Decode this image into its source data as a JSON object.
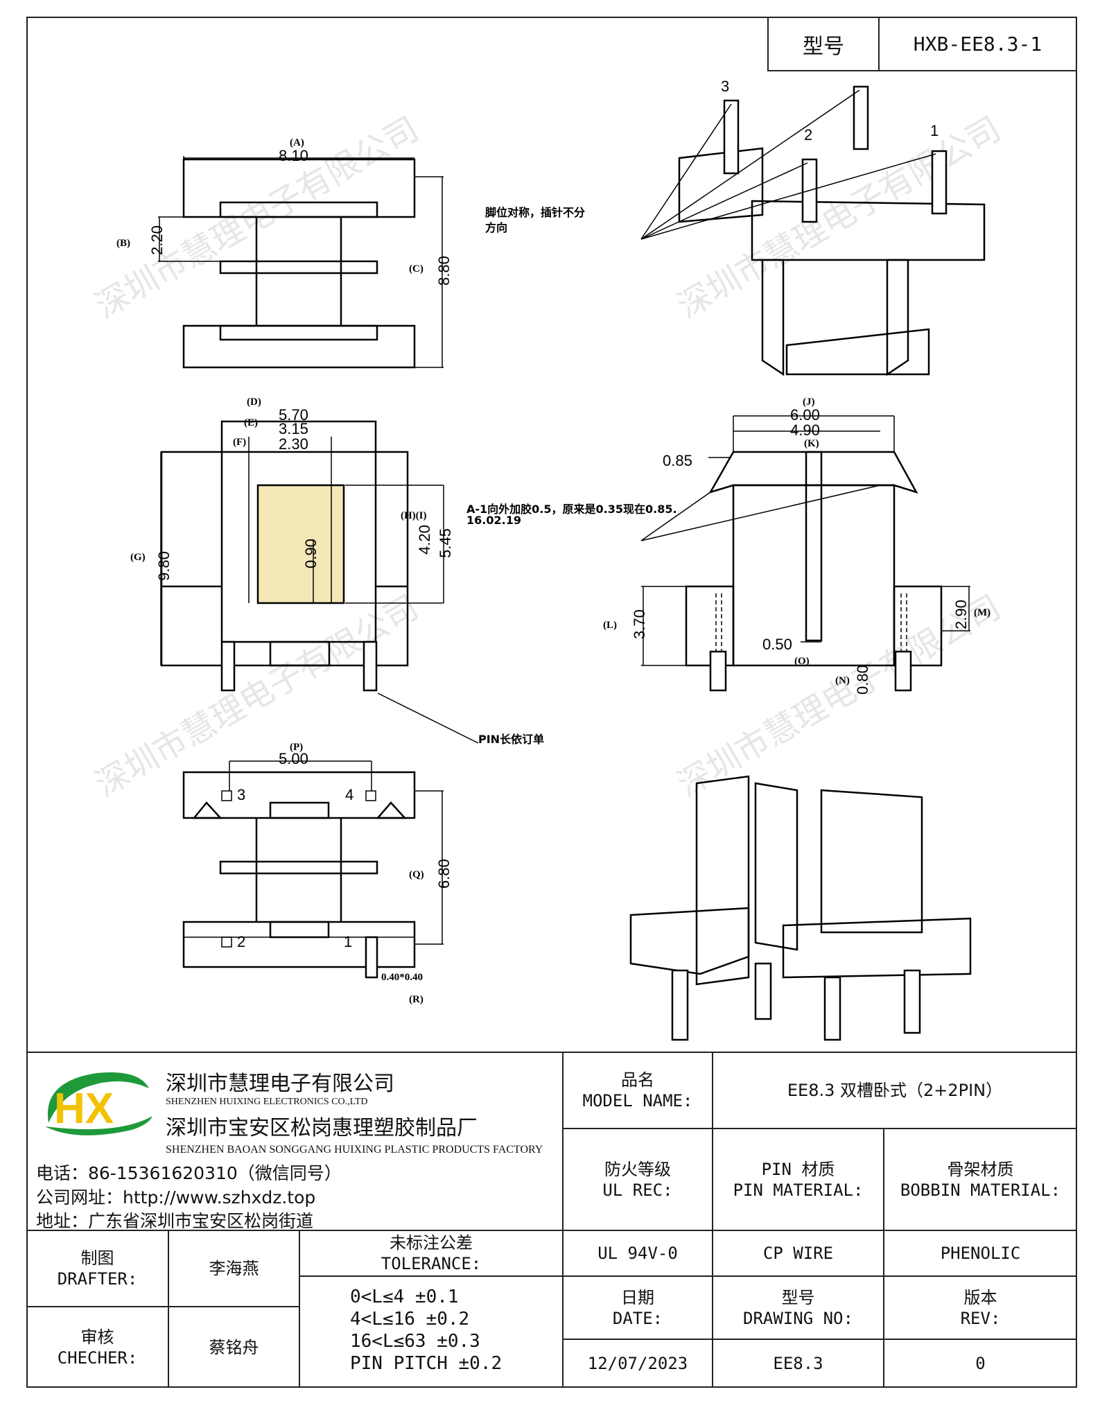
{
  "header": {
    "model_label": "型号",
    "model_value": "HXB-EE8.3-1"
  },
  "drawing": {
    "pin_labels": [
      "1",
      "2",
      "3",
      "4"
    ],
    "top_view": {
      "A_label": "(A)",
      "A_val": "8.10",
      "B_label": "(B)",
      "B_val": "2.20",
      "C_label": "(C)",
      "C_val": "8.80"
    },
    "iso_note_line1": "脚位对称，插针不分",
    "iso_note_line2": "方向",
    "front_view": {
      "D_label": "(D)",
      "D_val": "5.70",
      "E_label": "(E)",
      "E_val": "3.15",
      "F_label": "(F)",
      "F_val": "2.30",
      "G_label": "(G)",
      "G_val": "9.80",
      "HI_label": "(H)(I)",
      "H_val": "4.20",
      "I_val": "5.45",
      "center_val": "0.90"
    },
    "side_view": {
      "J_label": "(J)",
      "J_val": "6.00",
      "K_label": "(K)",
      "K_val": "4.90",
      "side_val": "0.85",
      "L_label": "(L)",
      "L_val": "3.70",
      "M_label": "(M)",
      "M_val": "2.90",
      "N_label": "(N)",
      "N_val": "0.80",
      "O_label": "(O)",
      "O_val": "0.50"
    },
    "side_note_line1": "A-1向外加胶0.5，原来是0.35现在0.85.",
    "side_note_line2": "16.02.19",
    "pin_note": "PIN长依订单",
    "bottom_view": {
      "P_label": "(P)",
      "P_val": "5.00",
      "Q_label": "(Q)",
      "Q_val": "6.80",
      "R_label": "(R)",
      "R_val": "0.40*0.40"
    },
    "watermark": "深圳市慧理电子有限公司"
  },
  "title_block": {
    "company_cn": "深圳市慧理电子有限公司",
    "company_en": "SHENZHEN HUIXING ELECTRONICS CO.,LTD",
    "factory_cn": "深圳市宝安区松岗惠理塑胶制品厂",
    "factory_en": "SHENZHEN BAOAN SONGGANG HUIXING PLASTIC PRODUCTS FACTORY",
    "phone": "电话：86-15361620310（微信同号）",
    "website": "公司网址：http://www.szhxdz.top",
    "address": "地址：广东省深圳市宝安区松岗街道",
    "logo_text": "HX",
    "product_name_cn": "品名",
    "product_name_en": "MODEL NAME:",
    "product_name_val": "EE8.3 双槽卧式（2+2PIN）",
    "fire_cn": "防火等级",
    "fire_en": "UL REC:",
    "pin_mat_cn": "PIN 材质",
    "pin_mat_en": "PIN MATERIAL:",
    "bobbin_mat_cn": "骨架材质",
    "bobbin_mat_en": "BOBBIN MATERIAL:",
    "fire_val": "UL 94V-0",
    "pin_mat_val": "CP WIRE",
    "bobbin_mat_val": "PHENOLIC",
    "drafter_cn": "制图",
    "drafter_en": "DRAFTER:",
    "drafter_val": "李海燕",
    "checker_cn": "审核",
    "checker_en": "CHECHER:",
    "checker_val": "蔡铭舟",
    "tol_cn": "未标注公差",
    "tol_en": "TOLERANCE:",
    "tol_lines": [
      "0<L≤4  ±0.1",
      "4<L≤16 ±0.2",
      "16<L≤63 ±0.3",
      "PIN PITCH ±0.2"
    ],
    "date_cn": "日期",
    "date_en": "DATE:",
    "date_val": "12/07/2023",
    "drawing_no_cn": "型号",
    "drawing_no_en": "DRAWING NO:",
    "drawing_no_val": "EE8.3",
    "rev_cn": "版本",
    "rev_en": "REV:",
    "rev_val": "0"
  },
  "colors": {
    "line": "#000000",
    "hatch": "#e8d79a",
    "logo_green": "#1e9a3a",
    "logo_yellow": "#f2c200"
  }
}
